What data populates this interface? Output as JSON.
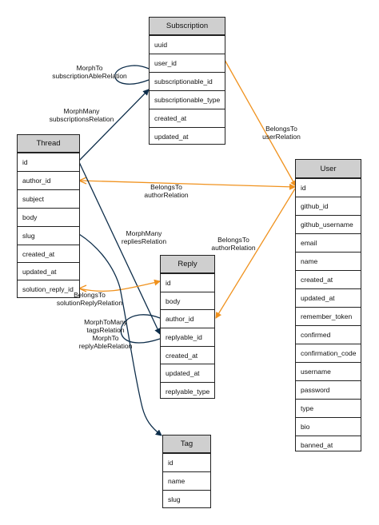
{
  "entities": {
    "subscription": {
      "title": "Subscription",
      "fields": [
        "uuid",
        "user_id",
        "subscriptionable_id",
        "subscriptionable_type",
        "created_at",
        "updated_at"
      ]
    },
    "thread": {
      "title": "Thread",
      "fields": [
        "id",
        "author_id",
        "subject",
        "body",
        "slug",
        "created_at",
        "updated_at",
        "solution_reply_id"
      ]
    },
    "user": {
      "title": "User",
      "fields": [
        "id",
        "github_id",
        "github_username",
        "email",
        "name",
        "created_at",
        "updated_at",
        "remember_token",
        "confirmed",
        "confirmation_code",
        "username",
        "password",
        "type",
        "bio",
        "banned_at"
      ]
    },
    "reply": {
      "title": "Reply",
      "fields": [
        "id",
        "body",
        "author_id",
        "replyable_id",
        "created_at",
        "updated_at",
        "replyable_type"
      ]
    },
    "tag": {
      "title": "Tag",
      "fields": [
        "id",
        "name",
        "slug"
      ]
    }
  },
  "relations": {
    "morph_to_subscriptionable": "MorphTo\nsubscriptionAbleRelation",
    "morph_many_subscriptions": "MorphMany\nsubscriptionsRelation",
    "belongs_to_user_sub": "BelongsTo\nuserRelation",
    "belongs_to_author_thread": "BelongsTo\nauthorRelation",
    "morph_many_replies": "MorphMany\nrepliesRelation",
    "belongs_to_author_reply": "BelongsTo\nauthorRelation",
    "belongs_to_solution_reply": "BelongsTo\nsolutionReplyRelation",
    "morph_to_many_tags": "MorphToMany\ntagsRelation",
    "morph_to_replyable": "MorphTo\nreplyAbleRelation"
  },
  "colors": {
    "navy": "#0d2d4a",
    "orange": "#f0921e",
    "header": "#cfcfcf"
  }
}
